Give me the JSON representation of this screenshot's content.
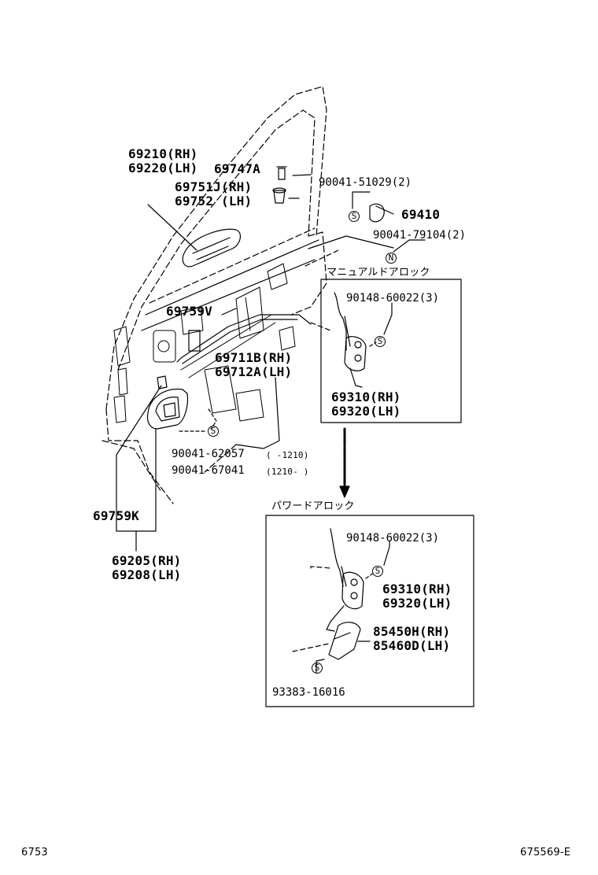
{
  "labels": {
    "p69210": "69210(RH)",
    "p69220": "69220(LH)",
    "p69747": "69747A",
    "p69751": "69751J(RH)",
    "p69752": "69752 (LH)",
    "p90041_51029": "90041-51029(2)",
    "p69410": "69410",
    "p90041_79104": "90041-79104(2)",
    "manual_lock": "マニュアルドアロック",
    "p90148_a": "90148-60022(3)",
    "p69759v": "69759V",
    "p69711b": "69711B(RH)",
    "p69712a": "69712A(LH)",
    "p69310_a": "69310(RH)",
    "p69320_a": "69320(LH)",
    "p90041_62057": "90041-62057",
    "range_62057": "(  -1210)",
    "p90041_67041": "90041-67041",
    "range_67041": "(1210-  )",
    "p69759k": "69759K",
    "p69205": "69205(RH)",
    "p69208": "69208(LH)",
    "power_lock": "パワードアロック",
    "p90148_b": "90148-60022(3)",
    "p69310_b": "69310(RH)",
    "p69320_b": "69320(LH)",
    "p85450": "85450H(RH)",
    "p85460": "85460D(LH)",
    "p93383": "93383-16016"
  },
  "symbols": {
    "screw_mark": "S",
    "nut_mark": "N"
  },
  "footer": {
    "left": "6753",
    "right": "675569-E"
  }
}
